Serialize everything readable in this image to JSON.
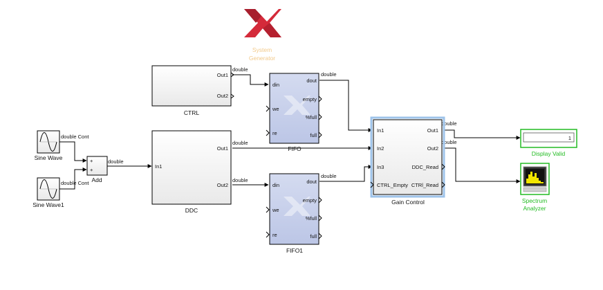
{
  "logo": {
    "line1": "System",
    "line2": "Generator",
    "color": "#f5d7a0",
    "mark_color": "#d42a3a"
  },
  "colors": {
    "xilinx_block": "#c7d0ea",
    "sink_green": "#22bb22",
    "selection": "#9ec3ea"
  },
  "blocks": {
    "ctrl": {
      "label": "CTRL",
      "ports_out": [
        "Out1",
        "Out2"
      ]
    },
    "ddc": {
      "label": "DDC",
      "ports_in": [
        "In1"
      ],
      "ports_out": [
        "Out1",
        "Out2"
      ]
    },
    "fifo": {
      "label": "FIFO",
      "ports_in": [
        "din",
        "we",
        "re"
      ],
      "ports_out": [
        "dout",
        "empty",
        "%full",
        "full"
      ]
    },
    "fifo1": {
      "label": "FIFO1",
      "ports_in": [
        "din",
        "we",
        "re"
      ],
      "ports_out": [
        "dout",
        "empty",
        "%full",
        "full"
      ]
    },
    "gain": {
      "label": "Gain Control",
      "ports_in": [
        "In1",
        "In2",
        "In3",
        "CTRL_Empty"
      ],
      "ports_out": [
        "Out1",
        "Out2",
        "DDC_Read",
        "CTRl_Read"
      ]
    },
    "sine": {
      "label": "Sine Wave"
    },
    "sine1": {
      "label": "Sine Wave1"
    },
    "add": {
      "label": "Add",
      "signs": [
        "+",
        "+"
      ]
    },
    "display": {
      "label": "Display Valid",
      "value": "1"
    },
    "spectrum": {
      "label1": "Spectrum",
      "label2": "Analyzer"
    }
  },
  "signals": {
    "ctrl_out1": "double",
    "sine_out": "double Cont",
    "sine1_out": "double Cont",
    "add_out": "double",
    "ddc_out1": "double",
    "ddc_out2": "double",
    "fifo_dout": "double",
    "fifo1_dout": "double",
    "gain_out1": "double",
    "gain_out2": "double"
  }
}
